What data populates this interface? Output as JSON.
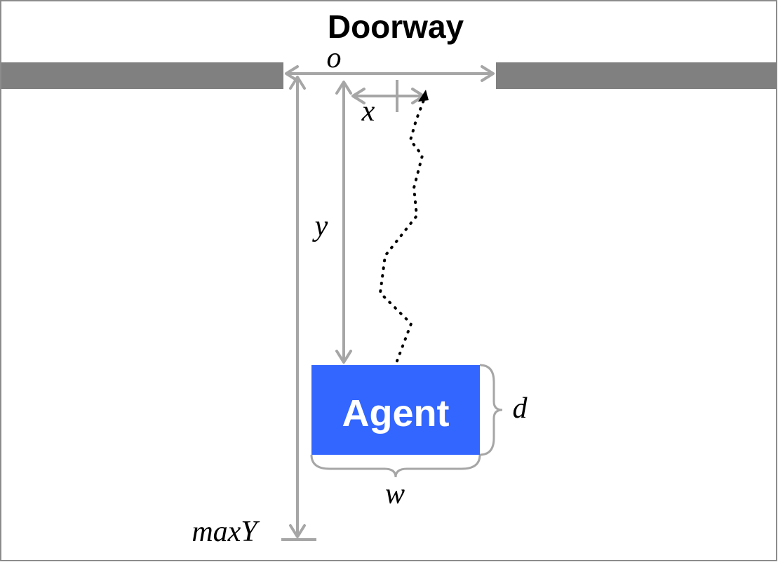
{
  "title": "Doorway",
  "agent_label": "Agent",
  "labels": {
    "opening": "o",
    "x_offset": "x",
    "y_distance": "y",
    "depth": "d",
    "width": "w",
    "max_y": "maxY"
  },
  "colors": {
    "wall": "#808080",
    "agent": "#3366ff",
    "dimension": "#a6a6a6"
  }
}
